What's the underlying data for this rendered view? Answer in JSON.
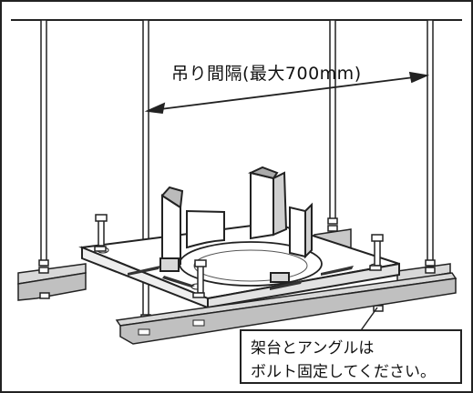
{
  "diagram": {
    "spacing_label": "吊り間隔(最大700mm)",
    "note": {
      "line1": "架台とアングルは",
      "line2": "ボルト固定してください。"
    }
  },
  "colors": {
    "line": "#222222",
    "angle_fill": "#c8c8c8",
    "plate_fill": "#ffffff",
    "frame_border": "#222222"
  }
}
